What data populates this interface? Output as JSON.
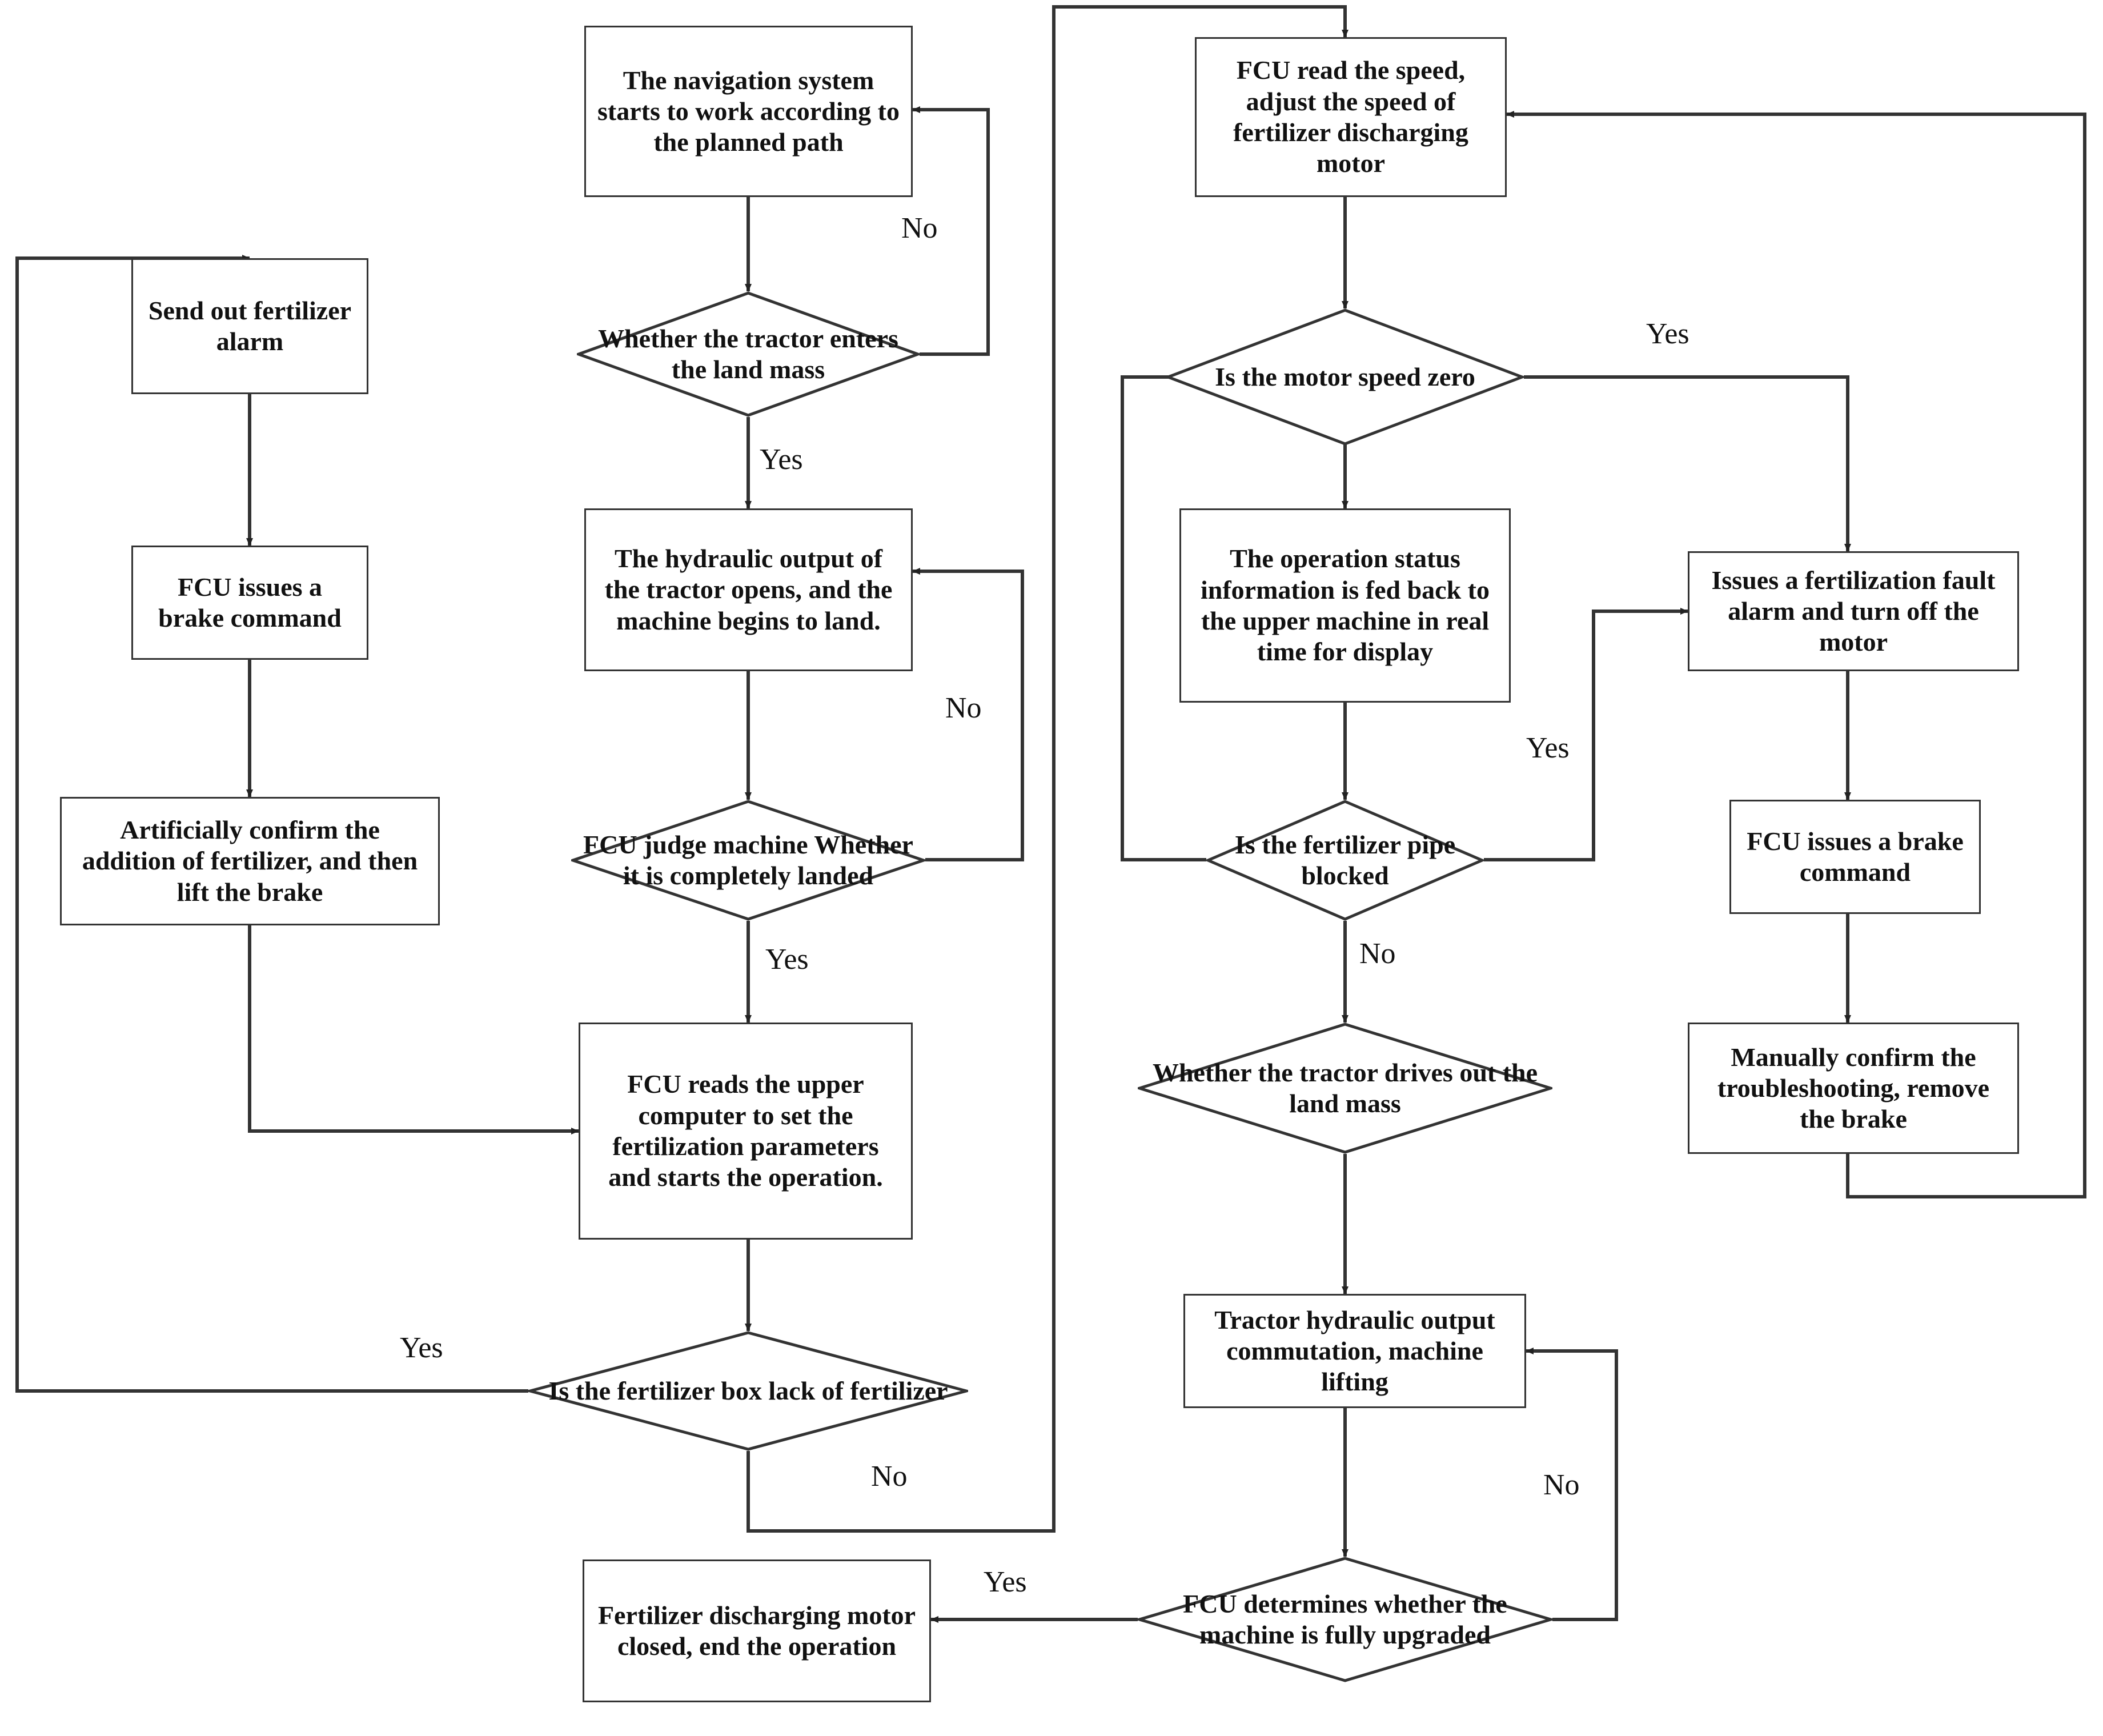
{
  "diagram": {
    "title": "Fertilizer control unit (FCU) operation flowchart",
    "stroke_color": "#333333",
    "text_color": "#111111",
    "background": "#ffffff"
  },
  "nodes": [
    {
      "id": "nav_start",
      "type": "process",
      "text": "The navigation system starts to work according to the planned path"
    },
    {
      "id": "enters_land",
      "type": "decision",
      "text": "Whether the tractor enters the land mass"
    },
    {
      "id": "hydraulic_open",
      "type": "process",
      "text": "The hydraulic output of the tractor opens, and the machine begins to land."
    },
    {
      "id": "judge_landed",
      "type": "decision",
      "text": "FCU judge machine Whether it is completely landed"
    },
    {
      "id": "read_upper",
      "type": "process",
      "text": "FCU reads the upper computer to set the fertilization parameters and starts the operation."
    },
    {
      "id": "box_lack",
      "type": "decision",
      "text": "Is the fertilizer box lack of fertilizer"
    },
    {
      "id": "send_alarm",
      "type": "process",
      "text": "Send out fertilizer alarm"
    },
    {
      "id": "brake_cmd_left",
      "type": "process",
      "text": "FCU issues a brake command"
    },
    {
      "id": "confirm_add",
      "type": "process",
      "text": "Artificially confirm the addition of fertilizer, and then lift the brake"
    },
    {
      "id": "fcu_read_speed",
      "type": "process",
      "text": "FCU read the speed, adjust the speed of fertilizer discharging motor"
    },
    {
      "id": "speed_zero",
      "type": "decision",
      "text": "Is the motor speed zero"
    },
    {
      "id": "status_feedback",
      "type": "process",
      "text": "The operation status information is fed back to the upper machine in real time for display"
    },
    {
      "id": "pipe_blocked",
      "type": "decision",
      "text": "Is the fertilizer pipe blocked"
    },
    {
      "id": "drives_out",
      "type": "decision",
      "text": "Whether the tractor drives out the land mass"
    },
    {
      "id": "hydraulic_comm",
      "type": "process",
      "text": "Tractor hydraulic output commutation, machine lifting"
    },
    {
      "id": "fully_upgraded",
      "type": "decision",
      "text": "FCU determines whether the machine is fully upgraded"
    },
    {
      "id": "motor_closed",
      "type": "process",
      "text": "Fertilizer discharging motor closed, end the operation"
    },
    {
      "id": "fault_alarm",
      "type": "process",
      "text": "Issues a fertilization fault alarm and turn off the motor"
    },
    {
      "id": "brake_cmd_right",
      "type": "process",
      "text": "FCU issues a brake command"
    },
    {
      "id": "manual_confirm",
      "type": "process",
      "text": "Manually confirm the troubleshooting, remove the brake"
    }
  ],
  "edge_labels": [
    {
      "id": "lbl_no_enters",
      "text": "No"
    },
    {
      "id": "lbl_yes_enters",
      "text": "Yes"
    },
    {
      "id": "lbl_no_landed",
      "text": "No"
    },
    {
      "id": "lbl_yes_landed",
      "text": "Yes"
    },
    {
      "id": "lbl_yes_box_lack",
      "text": "Yes"
    },
    {
      "id": "lbl_no_box_lack",
      "text": "No"
    },
    {
      "id": "lbl_yes_speed_zero",
      "text": "Yes"
    },
    {
      "id": "lbl_yes_pipe",
      "text": "Yes"
    },
    {
      "id": "lbl_no_pipe",
      "text": "No"
    },
    {
      "id": "lbl_no_upgraded",
      "text": "No"
    },
    {
      "id": "lbl_yes_upgraded",
      "text": "Yes"
    }
  ]
}
